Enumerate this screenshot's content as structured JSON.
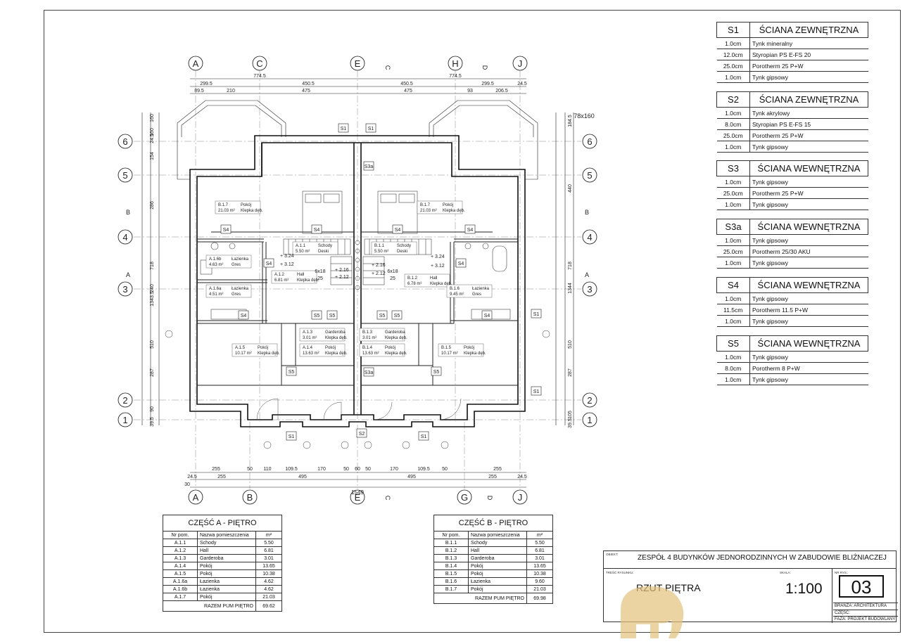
{
  "grid": {
    "top_axes": [
      "A",
      "C",
      "E",
      "H",
      "J"
    ],
    "bottom_axes": [
      "A",
      "B",
      "E",
      "G",
      "J"
    ],
    "rows": [
      "6",
      "5",
      "4",
      "3",
      "2",
      "1"
    ]
  },
  "section_markers": {
    "c": "C",
    "d": "D",
    "b": "B",
    "a": "A"
  },
  "dimensions": {
    "top_total": "1549",
    "top_row1": [
      "774.5",
      "774.5"
    ],
    "top_row2": [
      "299.5",
      "450.5",
      "450.5",
      "299.5",
      "24.5"
    ],
    "top_row3": [
      "89.5",
      "210",
      "475",
      "475",
      "93",
      "206.5"
    ],
    "bottom_row1": [
      "255",
      "50",
      "110",
      "109.5",
      "170",
      "50",
      "60",
      "50",
      "170",
      "109.5",
      "50",
      "255"
    ],
    "bottom_row2": [
      "24.5",
      "255",
      "495",
      "495",
      "255",
      "24.5"
    ],
    "bottom_row3_left": "30",
    "left_side": [
      "160",
      "160",
      "24.5",
      "154",
      "286",
      "718",
      "240",
      "1343.5",
      "510",
      "287",
      "90",
      "39.5"
    ],
    "right_side": [
      "184.5",
      "440",
      "718",
      "1344",
      "510",
      "287",
      "105",
      "39.5"
    ],
    "bay_note": "78x160"
  },
  "rooms": [
    {
      "id": "B.1.7",
      "name": "Pokój",
      "area": "21.03 m²",
      "floor": "Klepka dęb."
    },
    {
      "id": "B.1.7",
      "name": "Pokój",
      "area": "21.03 m²",
      "floor": "Klepka dęb."
    },
    {
      "id": "A.1.1",
      "name": "Schody",
      "area": "5.50 m²",
      "floor": "Deski"
    },
    {
      "id": "B.1.1",
      "name": "Schody",
      "area": "5.50 m²",
      "floor": "Deski"
    },
    {
      "id": "A.1.6b",
      "name": "Łazienka",
      "area": "4.63 m²",
      "floor": "Gres"
    },
    {
      "id": "A.1.2",
      "name": "Hall",
      "area": "6.81 m²",
      "floor": "Klepka dęb."
    },
    {
      "id": "B.1.2",
      "name": "Hall",
      "area": "6.78 m²",
      "floor": "Klepka dęb."
    },
    {
      "id": "A.1.6a",
      "name": "Łazienka",
      "area": "4.51 m²",
      "floor": "Gres"
    },
    {
      "id": "B.1.6",
      "name": "Łazienka",
      "area": "9.45 m²",
      "floor": "Gres"
    },
    {
      "id": "A.1.3",
      "name": "Garderoba",
      "area": "3.01 m²",
      "floor": "Klepka dęb."
    },
    {
      "id": "B.1.3",
      "name": "Garderoba",
      "area": "3.01 m²",
      "floor": "Klepka dęb."
    },
    {
      "id": "A.1.5",
      "name": "Pokój",
      "area": "10.17 m²",
      "floor": "Klepka dęb."
    },
    {
      "id": "A.1.4",
      "name": "Pokój",
      "area": "13.63 m²",
      "floor": "Klepka dęb."
    },
    {
      "id": "B.1.4",
      "name": "Pokój",
      "area": "13.63 m²",
      "floor": "Klepka dęb."
    },
    {
      "id": "B.1.5",
      "name": "Pokój",
      "area": "10.17 m²",
      "floor": "Klepka dęb."
    }
  ],
  "wall_tags": {
    "s1": "S1",
    "s2": "S2",
    "s3": "S3",
    "s3a": "S3a",
    "s4": "S4",
    "s5": "S5"
  },
  "levels": [
    "+ 3.24",
    "+ 3.12",
    "+ 2.16",
    "+ 2.12",
    "+ 2.16",
    "+ 2.12",
    "+ 3.24",
    "+ 3.12"
  ],
  "stairs": [
    "6x18",
    "6x18",
    "25",
    "25"
  ],
  "walls": [
    {
      "code": "S1",
      "name": "ŚCIANA ZEWNĘTRZNA",
      "layers": [
        [
          "1.0cm",
          "Tynk mineralny"
        ],
        [
          "12.0cm",
          "Styropian PS E-FS 20"
        ],
        [
          "25.0cm",
          "Porotherm 25 P+W"
        ],
        [
          "1.0cm",
          "Tynk gipsowy"
        ]
      ]
    },
    {
      "code": "S2",
      "name": "ŚCIANA ZEWNĘTRZNA",
      "layers": [
        [
          "1.0cm",
          "Tynk akrylowy"
        ],
        [
          "8.0cm",
          "Styropian PS E-FS 15"
        ],
        [
          "25.0cm",
          "Porotherm 25 P+W"
        ],
        [
          "1.0cm",
          "Tynk gipsowy"
        ]
      ]
    },
    {
      "code": "S3",
      "name": "ŚCIANA WEWNĘTRZNA",
      "layers": [
        [
          "1.0cm",
          "Tynk gipsowy"
        ],
        [
          "25.0cm",
          "Porotherm 25 P+W"
        ],
        [
          "1.0cm",
          "Tynk gipsowy"
        ]
      ]
    },
    {
      "code": "S3a",
      "name": "ŚCIANA WEWNĘTRZNA",
      "layers": [
        [
          "1.0cm",
          "Tynk gipsowy"
        ],
        [
          "25.0cm",
          "Porotherm 25/30 AKU"
        ],
        [
          "1.0cm",
          "Tynk gipsowy"
        ]
      ]
    },
    {
      "code": "S4",
      "name": "ŚCIANA WEWNĘTRZNA",
      "layers": [
        [
          "1.0cm",
          "Tynk gipsowy"
        ],
        [
          "11.5cm",
          "Porotherm 11.5 P+W"
        ],
        [
          "1.0cm",
          "Tynk gipsowy"
        ]
      ]
    },
    {
      "code": "S5",
      "name": "ŚCIANA WEWNĘTRZNA",
      "layers": [
        [
          "1.0cm",
          "Tynk gipsowy"
        ],
        [
          "8.0cm",
          "Porotherm 8 P+W"
        ],
        [
          "1.0cm",
          "Tynk gipsowy"
        ]
      ]
    }
  ],
  "room_tables": [
    {
      "title": "CZĘŚĆ A - PIĘTRO",
      "headers": [
        "Nr pom.",
        "Nazwa pomieszczenia",
        "m²"
      ],
      "rows": [
        [
          "A.1.1",
          "Schody",
          "5.50"
        ],
        [
          "A.1.2",
          "Hall",
          "6.81"
        ],
        [
          "A.1.3",
          "Garderoba",
          "3.01"
        ],
        [
          "A.1.4",
          "Pokój",
          "13.65"
        ],
        [
          "A.1.5",
          "Pokój",
          "10.38"
        ],
        [
          "A.1.6a",
          "Łazienka",
          "4.62"
        ],
        [
          "A.1.6b",
          "Łazienka",
          "4.62"
        ],
        [
          "A.1.7",
          "Pokój",
          "21.03"
        ]
      ],
      "total_label": "RAZEM PUM PIĘTRO",
      "total": "69.62"
    },
    {
      "title": "CZĘŚĆ B - PIĘTRO",
      "headers": [
        "Nr pom.",
        "Nazwa pomieszczenia",
        "m²"
      ],
      "rows": [
        [
          "B.1.1",
          "Schody",
          "5.50"
        ],
        [
          "B.1.2",
          "Hall",
          "6.81"
        ],
        [
          "B.1.3",
          "Garderoba",
          "3.01"
        ],
        [
          "B.1.4",
          "Pokój",
          "13.65"
        ],
        [
          "B.1.5",
          "Pokój",
          "10.38"
        ],
        [
          "B.1.6",
          "Łazienka",
          "9.60"
        ],
        [
          "B.1.7",
          "Pokój",
          "21.03"
        ]
      ],
      "total_label": "RAZEM PUM PIĘTRO",
      "total": "69.98"
    }
  ],
  "title_block": {
    "obiekt_label": "OBIEKT:",
    "project": "ZESPÓŁ 4 BUDYNKÓW JEDNORODZINNYCH W ZABUDOWIE BLIŹNIACZEJ",
    "tresc_label": "TREŚĆ RYSUNKU:",
    "drawing_title": "RZUT PIĘTRA",
    "skala_label": "SKALA:",
    "scale": "1:100",
    "nr_label": "NR RYS.:",
    "number": "03",
    "branza": "BRANŻA: ARCHITEKTURA",
    "czesc": "CZĘŚĆ:",
    "faza": "FAZA: PROJEKT BUDOWLANY"
  },
  "colors": {
    "line": "#222222",
    "wall_fill": "#ffffff",
    "watermark": "#e3c27a"
  }
}
